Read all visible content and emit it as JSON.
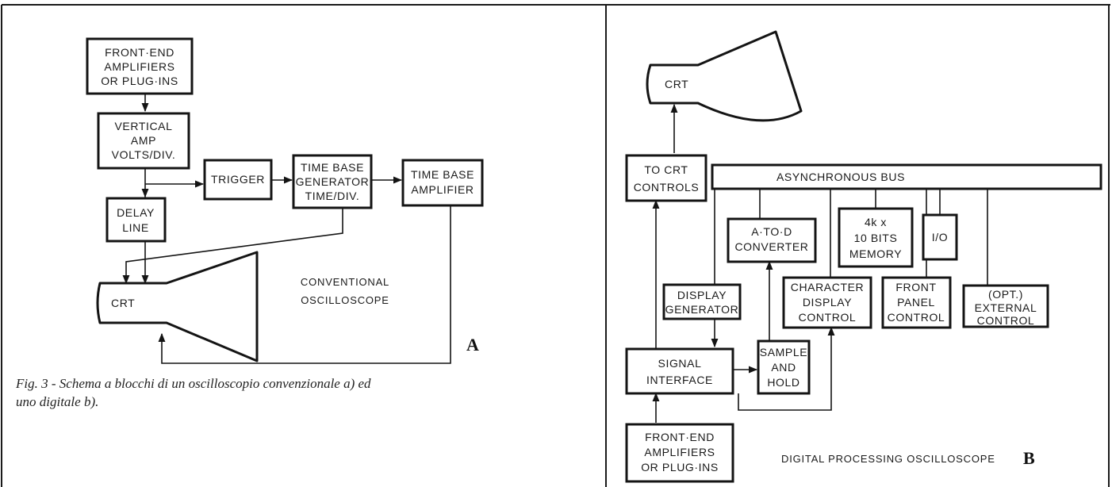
{
  "diagram_a": {
    "boxes": {
      "front_end": [
        "FRONT·END",
        "AMPLIFIERS",
        "OR PLUG·INS"
      ],
      "vertical_amp": [
        "VERTICAL",
        "AMP",
        "VOLTS/DIV."
      ],
      "trigger": [
        "TRIGGER"
      ],
      "time_base_generator": [
        "TIME BASE",
        "GENERATOR",
        "TIME/DIV."
      ],
      "time_base_amplifier": [
        "TIME BASE",
        "AMPLIFIER"
      ],
      "delay_line": [
        "DELAY",
        "LINE"
      ]
    },
    "crt_label": "CRT",
    "title_lines": [
      "CONVENTIONAL",
      "OSCILLOSCOPE"
    ],
    "letter": "A"
  },
  "caption_lines": [
    "Fig. 3 - Schema a blocchi di un oscilloscopio convenzionale a) ed",
    "uno digitale b)."
  ],
  "diagram_b": {
    "crt_label": "CRT",
    "bus_label": "ASYNCHRONOUS BUS",
    "boxes": {
      "to_crt_controls": [
        "TO CRT",
        "CONTROLS"
      ],
      "a_to_d": [
        "A·TO·D",
        "CONVERTER"
      ],
      "memory": [
        "4k x",
        "10 BITS",
        "MEMORY"
      ],
      "io": [
        "I/O"
      ],
      "display_generator": [
        "DISPLAY",
        "GENERATOR"
      ],
      "character_display": [
        "CHARACTER",
        "DISPLAY",
        "CONTROL"
      ],
      "front_panel": [
        "FRONT",
        "PANEL",
        "CONTROL"
      ],
      "external_control": [
        "(OPT.)",
        "EXTERNAL",
        "CONTROL"
      ],
      "signal_interface": [
        "SIGNAL",
        "INTERFACE"
      ],
      "sample_hold": [
        "SAMPLE",
        "AND",
        "HOLD"
      ],
      "front_end": [
        "FRONT·END",
        "AMPLIFIERS",
        "OR PLUG·INS"
      ]
    },
    "title": "DIGITAL PROCESSING OSCILLOSCOPE",
    "letter": "B"
  }
}
